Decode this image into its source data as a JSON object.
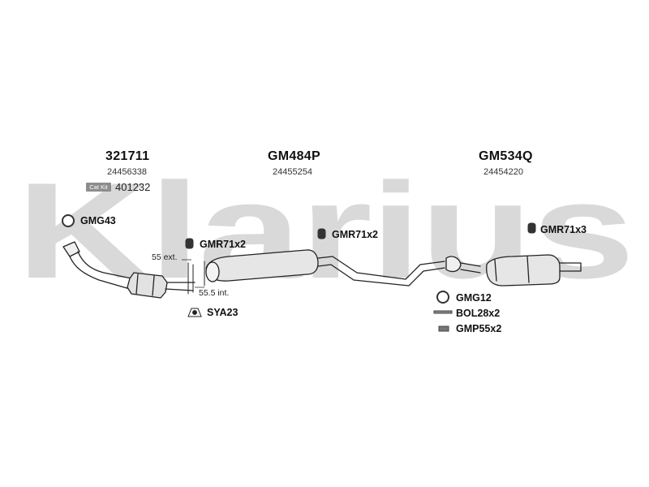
{
  "watermark": {
    "text": "Klarius",
    "color": "#d9d9d9"
  },
  "components": [
    {
      "part_number": "321711",
      "oem_number": "24456338"
    },
    {
      "part_number": "GM484P",
      "oem_number": "24455254"
    },
    {
      "part_number": "GM534Q",
      "oem_number": "24454220"
    }
  ],
  "cat_kit": {
    "badge": "Cat Kit",
    "number": "401232"
  },
  "fittings": {
    "gmg43": "GMG43",
    "gmr71x2_a": "GMR71x2",
    "gmr71x2_b": "GMR71x2",
    "gmr71x3": "GMR71x3",
    "sya23": "SYA23",
    "gmg12": "GMG12",
    "bol28x2": "BOL28x2",
    "gmp55x2": "GMP55x2"
  },
  "notes": {
    "ext": "55 ext.",
    "int": "55.5 int."
  },
  "colors": {
    "line": "#222222",
    "pipe_fill": "#e6e6e6",
    "mount": "#333333"
  }
}
